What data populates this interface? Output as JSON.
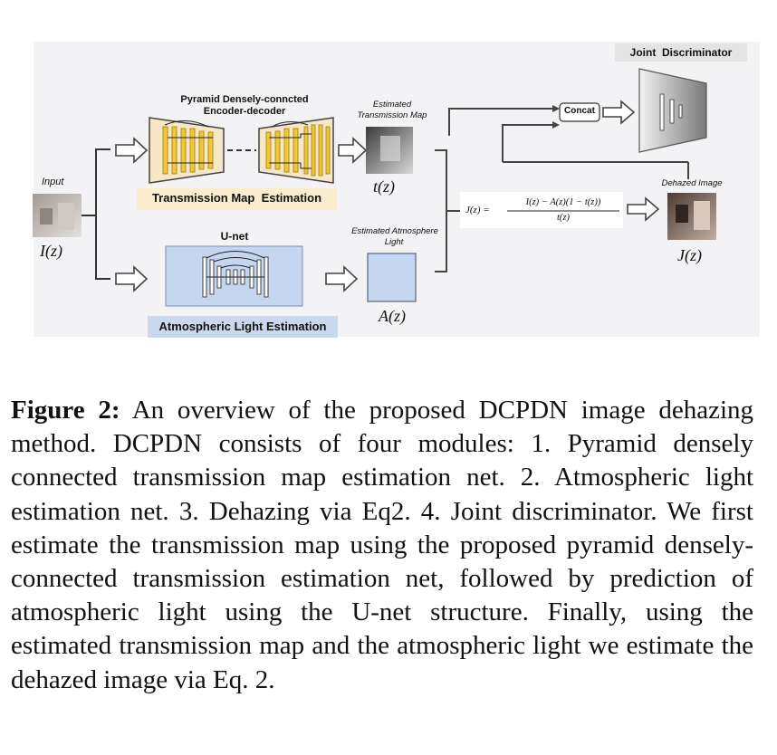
{
  "diagram": {
    "input_label": "Input",
    "input_math": "I(z)",
    "pyramid_title": "Pyramid Densely-conncted",
    "pyramid_subtitle": "Encoder-decoder",
    "tm_estimation_label": "Transmission Map  Estimation",
    "est_tm_label_1": "Estimated",
    "est_tm_label_2": "Transmission Map",
    "tz_math": "t(z)",
    "unet_label": "U-net",
    "atm_estimation_label": "Atmospheric Light Estimation",
    "est_atm_label_1": "Estimated Atmosphere",
    "est_atm_label_2": "Light",
    "az_math": "A(z)",
    "equation_lhs": "J(z) =",
    "equation_num": "I(z) − A(z)(1 − t(z))",
    "equation_den": "t(z)",
    "concat_label": "Concat",
    "joint_disc_label": "Joint  Discriminator",
    "dehazed_label": "Dehazed Image",
    "jz_math": "J(z)",
    "colors": {
      "panel_bg": "#f3f3f5",
      "tm_highlight": "#fbeccb",
      "atm_highlight": "#c9d8ee",
      "unet_box": "#c5d6f1",
      "atm_square": "#c5d6f1",
      "encoder_fill": "#f6e7c6",
      "bar_gold": "#f0c83c",
      "discriminator_gray": "#8c8c8c"
    }
  },
  "caption": {
    "label": "Figure 2:",
    "text": "An overview of the proposed DCPDN image dehazing method. DCPDN consists of four modules: 1. Pyramid densely connected transmission map estimation net. 2. Atmospheric light estimation net. 3. Dehazing via Eq2. 4. Joint discriminator. We first estimate the transmission map using the proposed pyramid densely-connected transmission estimation net, followed by prediction of atmospheric light using the U-net structure. Finally, using the estimated transmission map and the atmospheric light we estimate the dehazed image via Eq. 2."
  }
}
